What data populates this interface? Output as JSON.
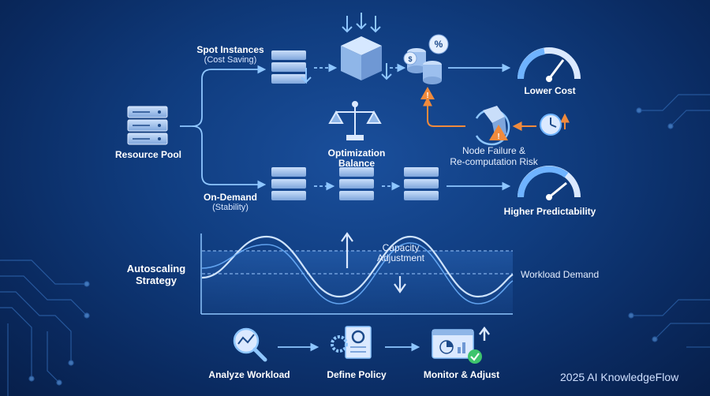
{
  "labels": {
    "spot_title": "Spot Instances",
    "spot_sub": "(Cost Saving)",
    "resource_pool": "Resource Pool",
    "optimization": "Optimization",
    "balance": "Balance",
    "ondemand_title": "On-Demand",
    "ondemand_sub": "(Stability)",
    "lower_cost": "Lower Cost",
    "node_failure_1": "Node Failure &",
    "node_failure_2": "Re-computation Risk",
    "higher_predictability": "Higher Predictability",
    "autoscaling_1": "Autoscaling",
    "autoscaling_2": "Strategy",
    "capacity_1": "Capacity",
    "capacity_2": "Adjustment",
    "workload_demand": "Workload Demand",
    "step_analyze": "Analyze Workload",
    "step_define": "Define Policy",
    "step_monitor": "Monitor & Adjust",
    "footer": "2025 AI KnowledgeFlow",
    "dollar_glyph": "$",
    "percent_glyph": "%",
    "warning_glyph": "!"
  },
  "colors": {
    "accent": "#6fb3ff",
    "line": "#7fbfff",
    "warning": "#f08a3c",
    "check": "#3ec46d",
    "server": "#a9c9f2"
  }
}
